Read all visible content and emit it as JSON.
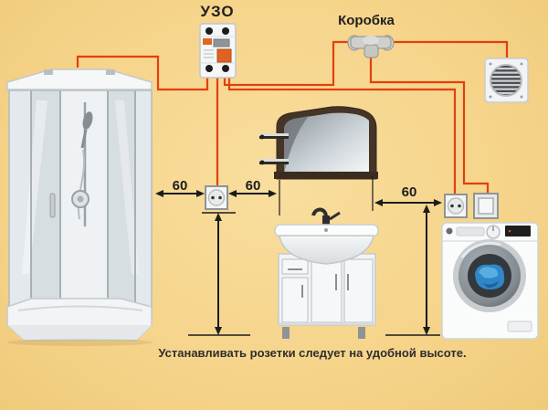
{
  "labels": {
    "rcd": "УЗО",
    "junction_box": "Коробка"
  },
  "dimensions": {
    "socket_left": "60",
    "socket_right": "60",
    "washer_socket": "60"
  },
  "caption": "Устанавливать розетки следует на удобной высоте.",
  "colors": {
    "background": "#F6D58C",
    "wire": "#E2400E",
    "dimension": "#1C1C1C"
  },
  "icons": {
    "shower": "shower-cabin-icon",
    "rcd": "rcd-breaker-icon",
    "junction_box": "junction-box-icon",
    "fan": "exhaust-fan-icon",
    "mirror": "mirror-icon",
    "vanity": "vanity-sink-icon",
    "washer": "washing-machine-icon",
    "socket": "power-socket-icon",
    "switch": "wall-switch-icon"
  }
}
